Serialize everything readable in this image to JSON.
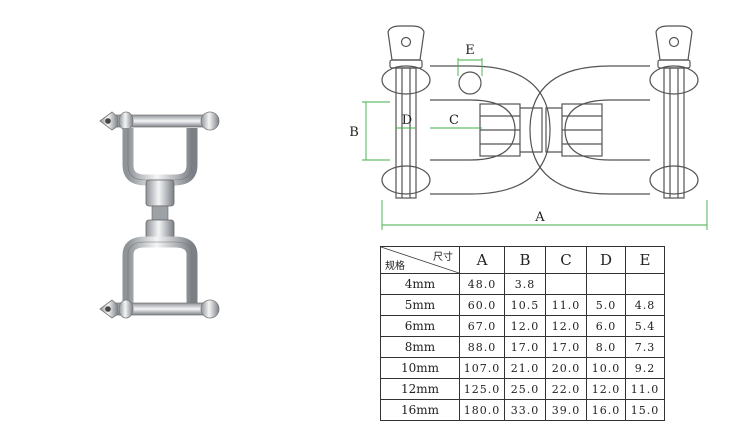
{
  "drawing": {
    "dimension_labels": {
      "A": "A",
      "B": "B",
      "C": "C",
      "D": "D",
      "E": "E"
    }
  },
  "table": {
    "corner_top": "尺寸",
    "corner_bottom": "规格",
    "columns": [
      "A",
      "B",
      "C",
      "D",
      "E"
    ],
    "rows": [
      {
        "size": "4mm",
        "A": "48.0",
        "B": "3.8",
        "C": "",
        "D": "",
        "E": ""
      },
      {
        "size": "5mm",
        "A": "60.0",
        "B": "10.5",
        "C": "11.0",
        "D": "5.0",
        "E": "4.8"
      },
      {
        "size": "6mm",
        "A": "67.0",
        "B": "12.0",
        "C": "12.0",
        "D": "6.0",
        "E": "5.4"
      },
      {
        "size": "8mm",
        "A": "88.0",
        "B": "17.0",
        "C": "17.0",
        "D": "8.0",
        "E": "7.3"
      },
      {
        "size": "10mm",
        "A": "107.0",
        "B": "21.0",
        "C": "20.0",
        "D": "10.0",
        "E": "9.2"
      },
      {
        "size": "12mm",
        "A": "125.0",
        "B": "25.0",
        "C": "22.0",
        "D": "12.0",
        "E": "11.0"
      },
      {
        "size": "16mm",
        "A": "180.0",
        "B": "33.0",
        "C": "39.0",
        "D": "16.0",
        "E": "15.0"
      }
    ]
  },
  "colors": {
    "dimension_line": "#3fae4a",
    "outline": "#555555",
    "metal": "#c8cbcf"
  }
}
